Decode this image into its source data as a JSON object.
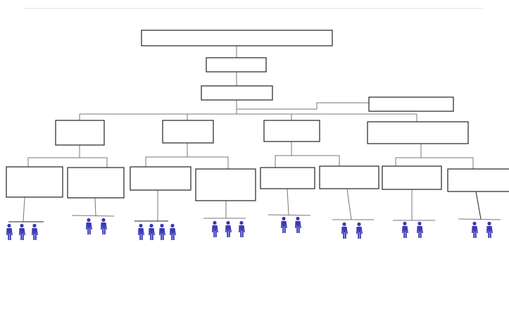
{
  "chart_title": "",
  "colors": {
    "person": "#3a3ab4",
    "person_dark": "#1e1e7a",
    "line": "#777777",
    "box_border": "#222222"
  },
  "nodes": {
    "root": "",
    "level2": "",
    "level3": "",
    "side": "",
    "managers": [
      "",
      "",
      "",
      ""
    ],
    "teams": [
      "",
      "",
      "",
      "",
      "",
      "",
      "",
      ""
    ]
  },
  "team_member_counts": [
    3,
    2,
    4,
    3,
    2,
    2,
    2,
    2
  ]
}
